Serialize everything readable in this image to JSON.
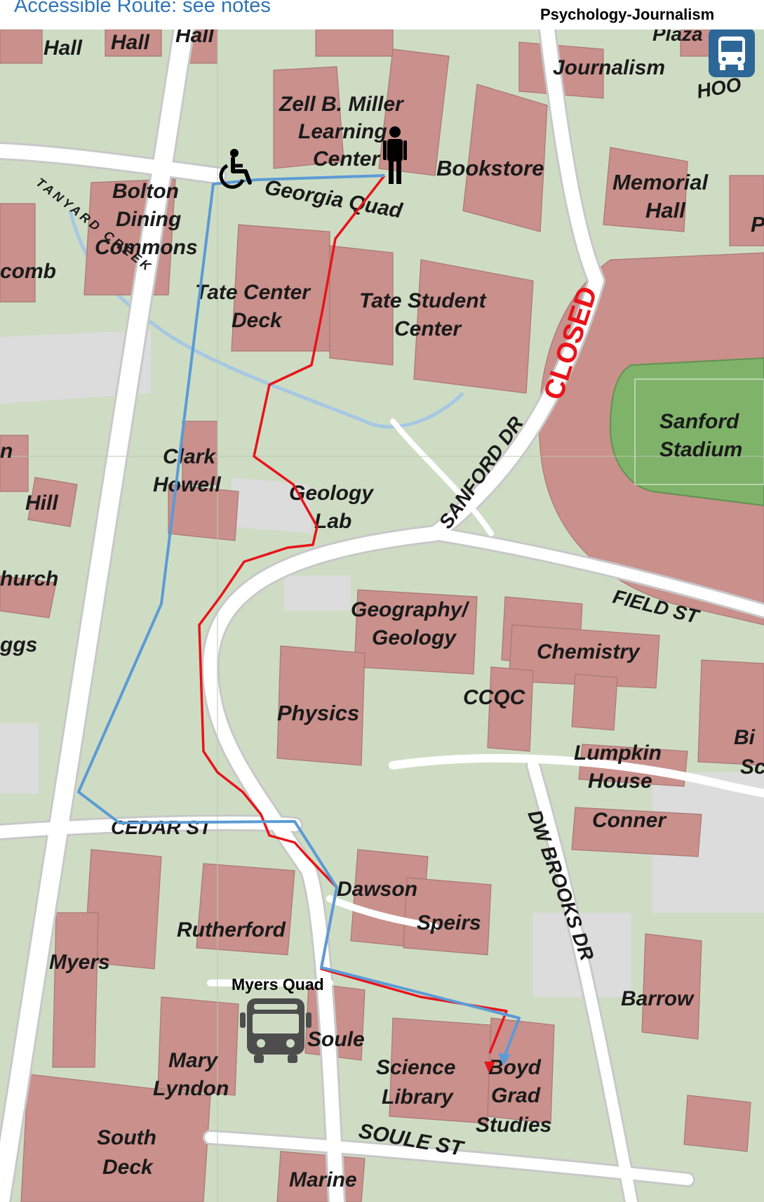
{
  "header": {
    "title": "Accessible Route: see notes",
    "bus_stop_top": "Psychology-Journalism"
  },
  "bus_stop_bottom": "Myers Quad",
  "closed_label": "CLOSED",
  "labels": {
    "hall1": "Hall",
    "hall2": "Hall",
    "hall3": "Hall",
    "plaza": "Plaza",
    "journalism": "Journalism",
    "hoo": "HOO",
    "zell1": "Zell B. Miller",
    "zell2": "Learning",
    "zell3": "Center",
    "bookstore": "Bookstore",
    "memorial1": "Memorial",
    "memorial2": "Hall",
    "p_edge": "P",
    "bolton1": "Bolton",
    "bolton2": "Dining",
    "bolton3": "Commons",
    "georgia_quad": "Georgia Quad",
    "tanyard": "TANYARD CREEK",
    "comb": "comb",
    "tate_deck1": "Tate Center",
    "tate_deck2": "Deck",
    "tate_student1": "Tate Student",
    "tate_student2": "Center",
    "sanford_dr": "SANFORD DR",
    "sanford_st1": "Sanford",
    "sanford_st2": "Stadium",
    "n_edge": "n",
    "clark1": "Clark",
    "clark2": "Howell",
    "geology_lab1": "Geology",
    "geology_lab2": "Lab",
    "hill": "Hill",
    "church": "hurch",
    "field_st": "FIELD ST",
    "geography1": "Geography/",
    "geography2": "Geology",
    "chemistry": "Chemistry",
    "ggs": "ggs",
    "ccqc": "CCQC",
    "physics": "Physics",
    "bi_edge": "Bi",
    "sc_edge": "Sc",
    "lumpkin1": "Lumpkin",
    "lumpkin2": "House",
    "conner": "Conner",
    "cedar_st": "CEDAR ST",
    "dw_brooks": "DW BROOKS DR",
    "dawson": "Dawson",
    "speirs": "Speirs",
    "rutherford": "Rutherford",
    "myers": "Myers",
    "barrow": "Barrow",
    "soule": "Soule",
    "mary1": "Mary",
    "mary2": "Lyndon",
    "science_lib1": "Science",
    "science_lib2": "Library",
    "boyd1": "Boyd",
    "boyd2": "Grad",
    "boyd3": "Studies",
    "south_deck1": "South",
    "south_deck2": "Deck",
    "soule_st": "SOULE ST",
    "marine": "Marine"
  },
  "icons": {
    "start": "wheelchair-icon",
    "pedestrian": "person-icon",
    "bus": "bus-icon"
  },
  "colors": {
    "walking_route": "#e8141a",
    "accessible_route": "#5b9bd5",
    "closed": "#e8141a",
    "building": "#c9908c",
    "ground": "#cfdcc4",
    "bus_badge": "#2d6797"
  }
}
